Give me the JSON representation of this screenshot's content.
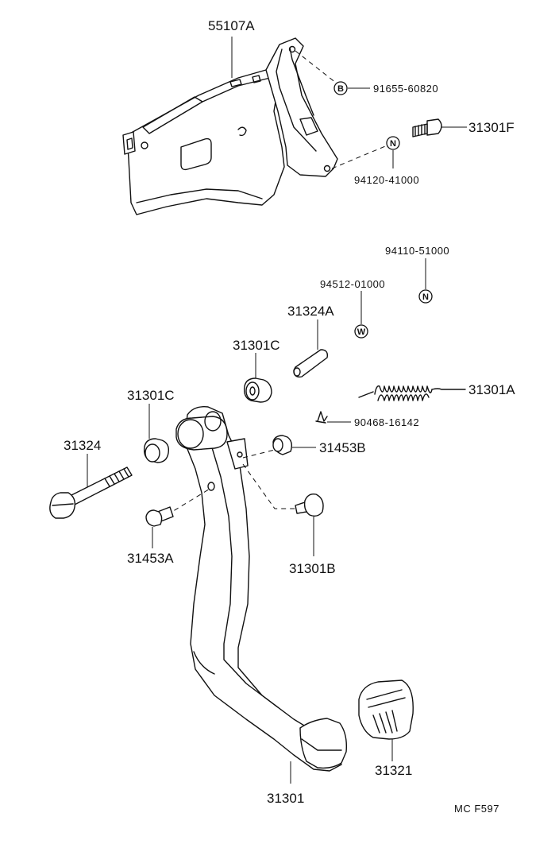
{
  "parts": {
    "p55107A": "55107A",
    "p91655": "91655-60820",
    "p31301F": "31301F",
    "p94120": "94120-41000",
    "p94110": "94110-51000",
    "p94512": "94512-01000",
    "p31324A": "31324A",
    "p31301C_a": "31301C",
    "p31301C_b": "31301C",
    "p31301A": "31301A",
    "p90468": "90468-16142",
    "p31324": "31324",
    "p31453B": "31453B",
    "p31453A": "31453A",
    "p31301B": "31301B",
    "p31321": "31321",
    "p31301": "31301"
  },
  "symbols": {
    "b": "B",
    "n1": "N",
    "n2": "N",
    "w": "W"
  },
  "diagram_code": "MC F597"
}
